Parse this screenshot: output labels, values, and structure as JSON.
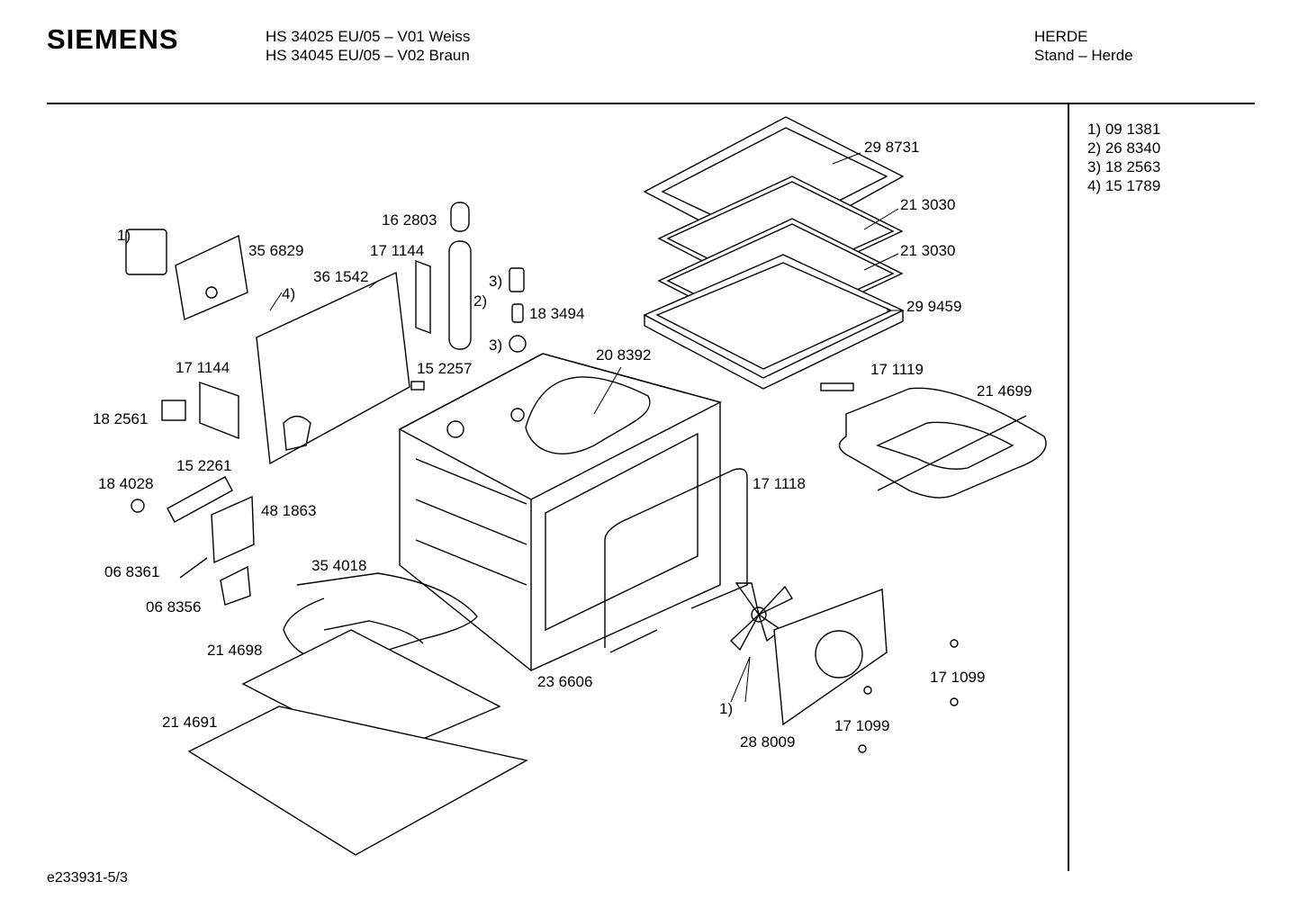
{
  "header": {
    "brand": "SIEMENS",
    "model_line_1": "HS 34025 EU/05 – V01 Weiss",
    "model_line_2": "HS 34045 EU/05 – V02 Braun",
    "category_line_1": "HERDE",
    "category_line_2": "Stand – Herde"
  },
  "footnotes": [
    "1) 09 1381",
    "2) 26 8340",
    "3) 18 2563",
    "4) 15 1789"
  ],
  "parts": {
    "p298731": "29 8731",
    "p213030a": "21 3030",
    "p213030b": "21 3030",
    "p299459": "29 9459",
    "p162803": "16 2803",
    "p171144a": "17 1144",
    "p356829": "35 6829",
    "p361542": "36 1542",
    "ref1a": "1)",
    "ref4": "4)",
    "ref3a": "3)",
    "ref2": "2)",
    "ref3b": "3)",
    "p183494": "18 3494",
    "p208392": "20 8392",
    "p152257": "15 2257",
    "p171144b": "17 1144",
    "p182561": "18 2561",
    "p171119": "17 1119",
    "p214699": "21 4699",
    "p152261": "15 2261",
    "p184028": "18 4028",
    "p481863": "48 1863",
    "p171118": "17 1118",
    "p068361": "06 8361",
    "p354018": "35 4018",
    "p068356": "06 8356",
    "p214698": "21 4698",
    "p236606": "23 6606",
    "p171099a": "17 1099",
    "ref1b": "1)",
    "p214691": "21 4691",
    "p288009": "28 8009",
    "p171099b": "17 1099"
  },
  "footer": {
    "doc_id": "e233931-5/3"
  }
}
